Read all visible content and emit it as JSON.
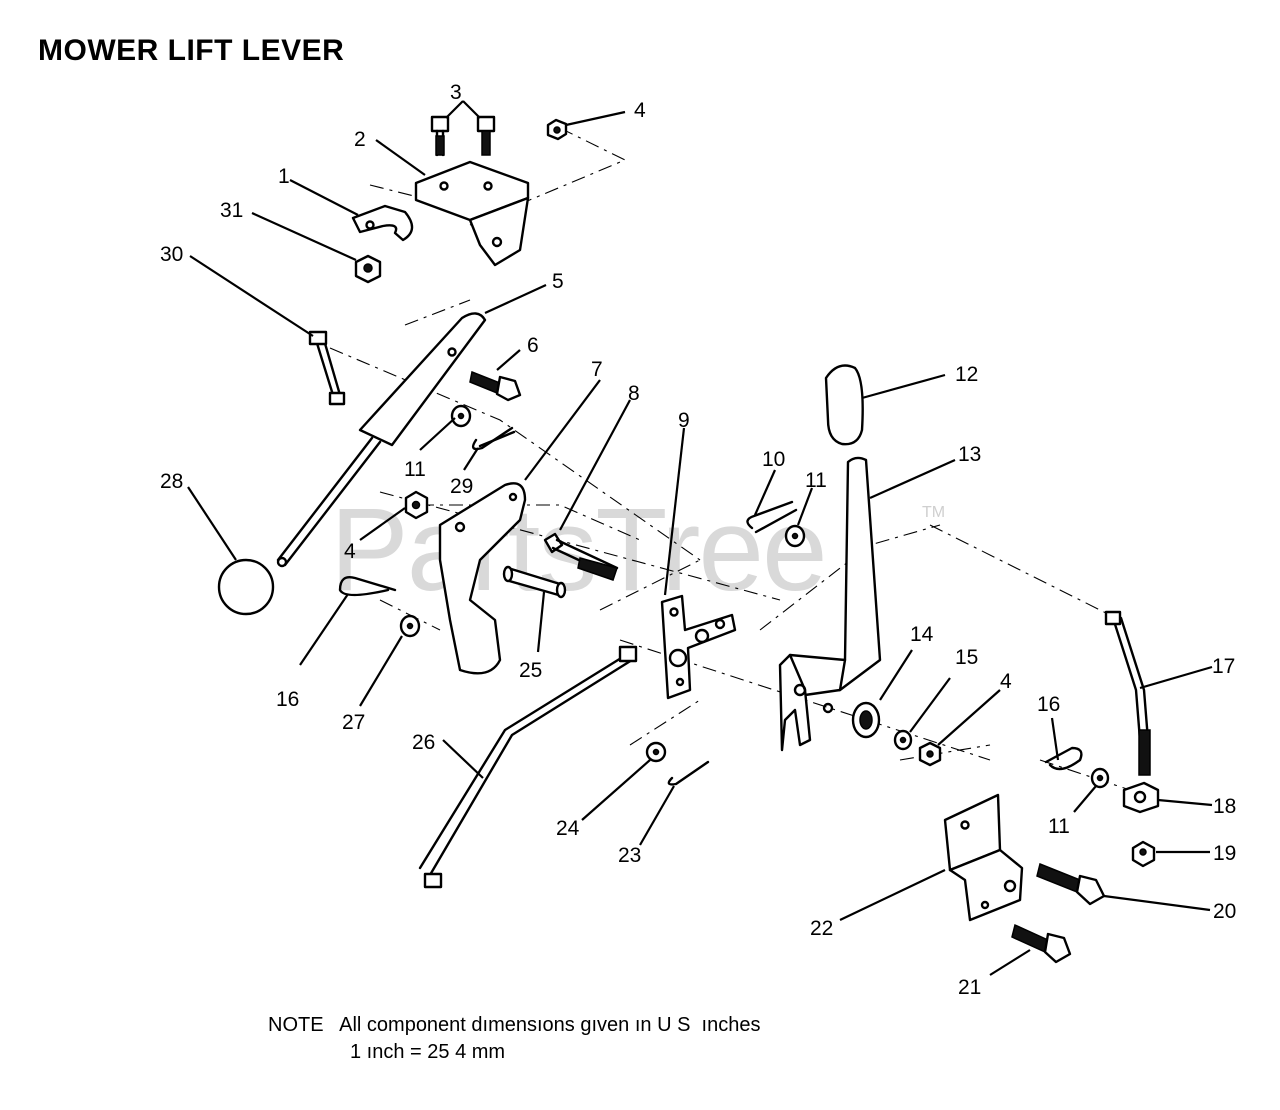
{
  "title": "MOWER LIFT LEVER",
  "watermark": "PartsTree",
  "watermark_tm": "TM",
  "note": {
    "line1": "NOTE   All component dımensıons gıven ın U S  ınches",
    "line2": "1 ınch = 25 4 mm"
  },
  "callouts": [
    "1",
    "2",
    "3",
    "4",
    "4",
    "4",
    "5",
    "6",
    "7",
    "8",
    "9",
    "10",
    "11",
    "11",
    "11",
    "12",
    "13",
    "14",
    "15",
    "16",
    "16",
    "17",
    "18",
    "19",
    "20",
    "21",
    "22",
    "23",
    "24",
    "25",
    "26",
    "27",
    "28",
    "29",
    "30",
    "31"
  ]
}
